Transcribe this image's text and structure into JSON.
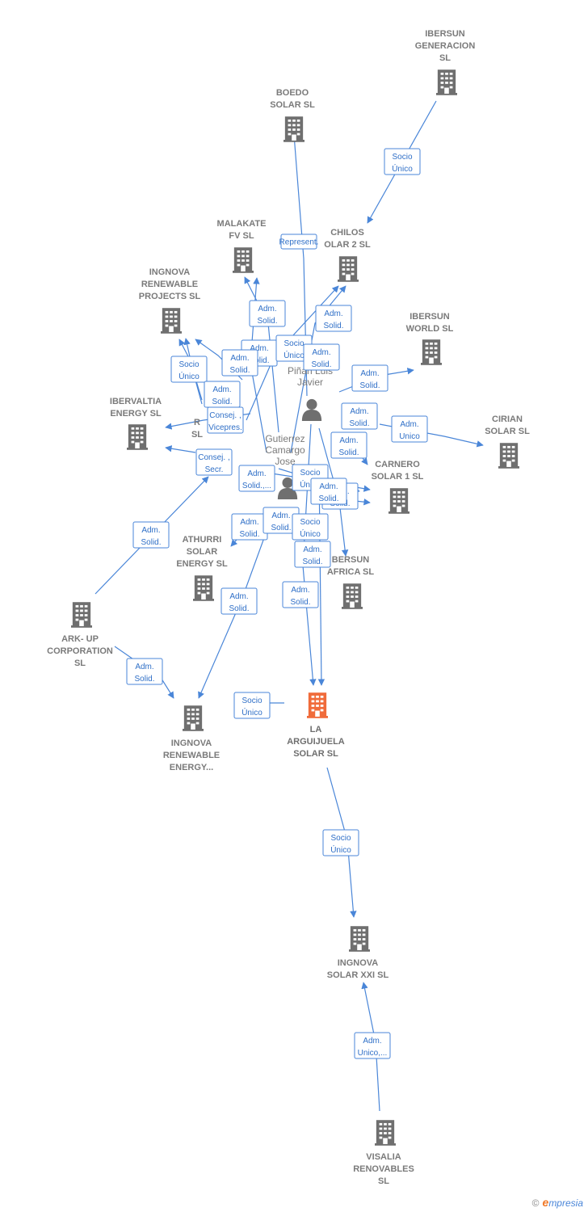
{
  "colors": {
    "edge": "#4a86d8",
    "building": "#6f6f6f",
    "main_building": "#f06b3a",
    "person": "#6f6f6f"
  },
  "companies": [
    {
      "id": "ibersun-generacion",
      "lines": [
        "IBERSUN",
        "GENERACION",
        "SL"
      ]
    },
    {
      "id": "boedo-solar",
      "lines": [
        "BOEDO",
        "SOLAR  SL"
      ]
    },
    {
      "id": "malakate-fv",
      "lines": [
        "MALAKATE",
        "FV  SL"
      ]
    },
    {
      "id": "chilos-solar-2",
      "lines": [
        "CHILOS",
        "OLAR 2  SL"
      ]
    },
    {
      "id": "ingnova-renewable-projects",
      "lines": [
        "INGNOVA",
        "RENEWABLE",
        "PROJECTS  SL"
      ]
    },
    {
      "id": "ibersun-world",
      "lines": [
        "IBERSUN",
        "WORLD  SL"
      ]
    },
    {
      "id": "ibervaltia-energy",
      "lines": [
        "IBERVALTIA",
        "ENERGY  SL"
      ]
    },
    {
      "id": "cirian-solar",
      "lines": [
        "CIRIAN",
        "SOLAR  SL"
      ]
    },
    {
      "id": "carnero-solar-1",
      "lines": [
        "CARNERO",
        "SOLAR 1  SL"
      ]
    },
    {
      "id": "athurri-solar-energy",
      "lines": [
        "ATHURRI",
        "SOLAR",
        "ENERGY  SL"
      ]
    },
    {
      "id": "ibersun-africa",
      "lines": [
        "BERSUN",
        "AFRICA  SL"
      ]
    },
    {
      "id": "ark-up-corporation",
      "lines": [
        "ARK- UP",
        "CORPORATION",
        "SL"
      ]
    },
    {
      "id": "ingnova-renewable-energy",
      "lines": [
        "INGNOVA",
        "RENEWABLE",
        "ENERGY..."
      ]
    },
    {
      "id": "la-arguijuela-solar",
      "lines": [
        "LA",
        "ARGUIJUELA",
        "SOLAR  SL"
      ],
      "main": true
    },
    {
      "id": "ingnova-solar-xxi",
      "lines": [
        "INGNOVA",
        "SOLAR XXI  SL"
      ]
    },
    {
      "id": "visalia-renovables",
      "lines": [
        "VISALIA",
        "RENOVABLES",
        "SL"
      ]
    },
    {
      "id": "hidden-r",
      "lines": [
        "R",
        "SL"
      ]
    }
  ],
  "persons": [
    {
      "id": "pinan-luis-javier",
      "lines": [
        "Piñan Luis",
        "Javier"
      ]
    },
    {
      "id": "gutierrez-camargo-jose",
      "lines": [
        "Gutierrez",
        "Camargo",
        "Jose"
      ]
    }
  ],
  "relations": [
    {
      "id": "r1",
      "lines": [
        "Socio",
        "Único"
      ]
    },
    {
      "id": "r2",
      "lines": [
        "Represent."
      ]
    },
    {
      "id": "r3",
      "lines": [
        "Adm.",
        "Solid."
      ]
    },
    {
      "id": "r4",
      "lines": [
        "Adm.",
        "Solid."
      ]
    },
    {
      "id": "r5",
      "lines": [
        "Adm.",
        "Solid."
      ]
    },
    {
      "id": "r6",
      "lines": [
        "Adm.",
        "Solid."
      ]
    },
    {
      "id": "r7",
      "lines": [
        "Socio",
        "Único"
      ]
    },
    {
      "id": "r8",
      "lines": [
        "Adm.",
        "Solid."
      ]
    },
    {
      "id": "r9",
      "lines": [
        "Socio",
        "Único"
      ]
    },
    {
      "id": "r10",
      "lines": [
        "Adm.",
        "Solid."
      ]
    },
    {
      "id": "r11",
      "lines": [
        "Adm.",
        "Solid."
      ]
    },
    {
      "id": "r12",
      "lines": [
        "Consej. ,",
        "Vicepres."
      ]
    },
    {
      "id": "r13",
      "lines": [
        "Adm.",
        "Solid."
      ]
    },
    {
      "id": "r14",
      "lines": [
        "Adm.",
        "Unico"
      ]
    },
    {
      "id": "r15",
      "lines": [
        "Adm.",
        "Solid."
      ]
    },
    {
      "id": "r16",
      "lines": [
        "Consej. ,",
        "Secr."
      ]
    },
    {
      "id": "r17",
      "lines": [
        "Adm.",
        "Solid.,..."
      ]
    },
    {
      "id": "r18",
      "lines": [
        "Socio",
        "Único"
      ]
    },
    {
      "id": "r19",
      "lines": [
        "Adm.",
        "Solid."
      ]
    },
    {
      "id": "r20",
      "lines": [
        "Adm.",
        "Solid."
      ]
    },
    {
      "id": "r21",
      "lines": [
        "Adm.",
        "Solid."
      ]
    },
    {
      "id": "r22",
      "lines": [
        "Socio",
        "Único"
      ]
    },
    {
      "id": "r23",
      "lines": [
        "Adm.",
        "Solid."
      ]
    },
    {
      "id": "r24",
      "lines": [
        "Adm.",
        "Solid."
      ]
    },
    {
      "id": "r25",
      "lines": [
        "Adm.",
        "Solid."
      ]
    },
    {
      "id": "r26",
      "lines": [
        "Adm.",
        "Solid."
      ]
    },
    {
      "id": "r27",
      "lines": [
        "Adm.",
        "Solid."
      ]
    },
    {
      "id": "r28",
      "lines": [
        "Adm.",
        "Solid."
      ]
    },
    {
      "id": "r29",
      "lines": [
        "Socio",
        "Único"
      ]
    },
    {
      "id": "r30",
      "lines": [
        "Socio",
        "Único"
      ]
    },
    {
      "id": "r31",
      "lines": [
        "Adm.",
        "Unico,..."
      ]
    }
  ],
  "footer": {
    "copyright": "©",
    "brand_initial": "e",
    "brand_rest": "mpresia"
  }
}
